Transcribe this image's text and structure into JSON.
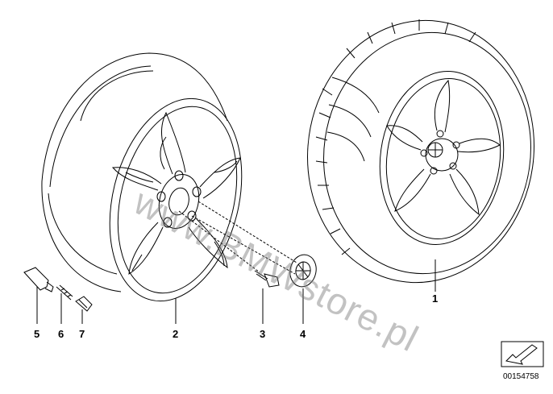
{
  "watermark": "www.BMWstore.pl",
  "callouts": {
    "c1": "1",
    "c2": "2",
    "c3": "3",
    "c4": "4",
    "c5": "5",
    "c6": "6",
    "c7": "7"
  },
  "document_number": "00154758",
  "colors": {
    "line": "#000000",
    "watermark": "#808080"
  }
}
